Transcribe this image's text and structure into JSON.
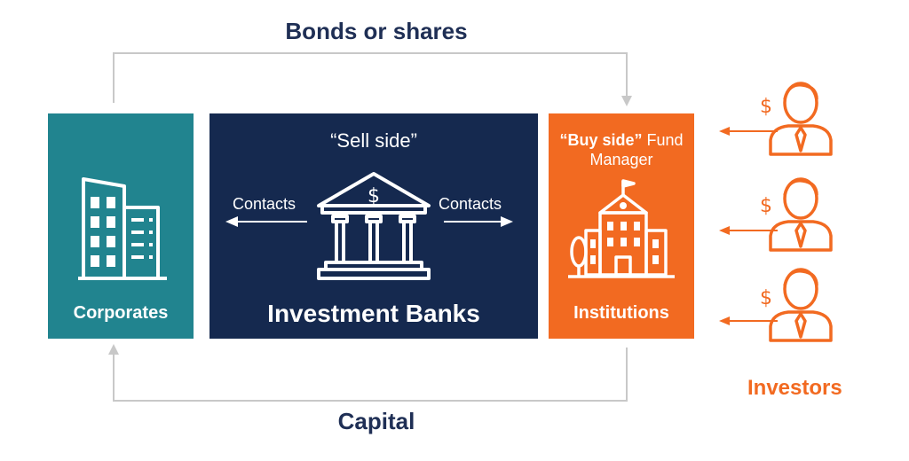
{
  "top_label": "Bonds or shares",
  "bottom_label": "Capital",
  "corporates": {
    "label": "Corporates",
    "icon": "office-building-icon",
    "color": "#21848f"
  },
  "banks": {
    "sell_side": "“Sell side”",
    "label": "Investment Banks",
    "contacts_left": "Contacts",
    "contacts_right": "Contacts",
    "icon": "bank-building-icon",
    "color": "#15294f"
  },
  "institutions": {
    "buy_side_bold": "“Buy side”",
    "buy_side_rest": " Fund",
    "manager": "Manager",
    "label": "Institutions",
    "icon": "institution-building-icon",
    "color": "#f26a21"
  },
  "investors": {
    "label": "Investors",
    "count": 3,
    "currency_symbol": "$",
    "icon": "investor-person-icon"
  },
  "colors": {
    "arrow_gray": "#c8c8c8",
    "navy_text": "#1f2f55",
    "orange": "#f26a21"
  }
}
